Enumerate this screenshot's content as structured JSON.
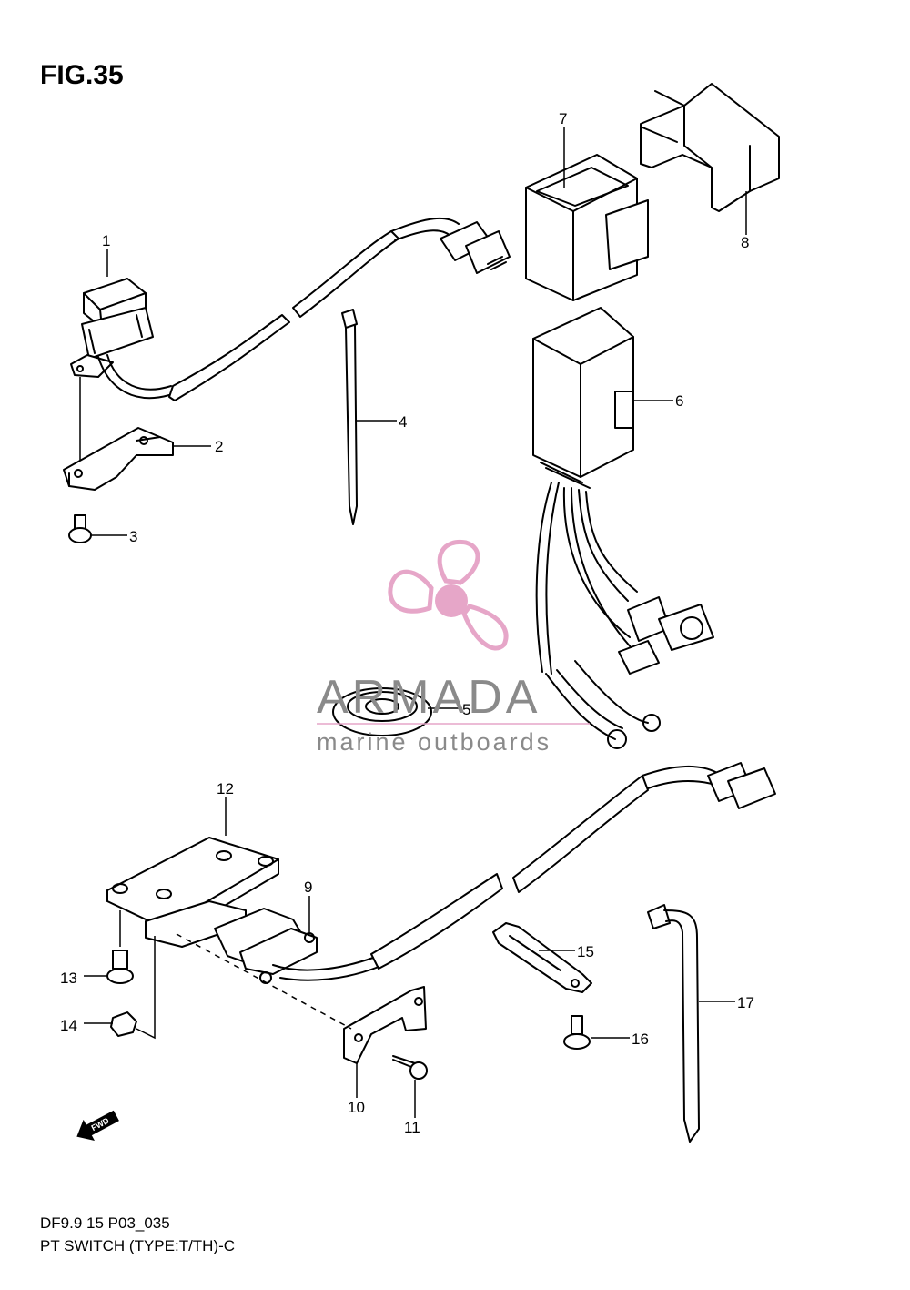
{
  "figure": {
    "title": "FIG.35",
    "model_code": "DF9.9 15 P03_035",
    "caption": "PT SWITCH (TYPE:T/TH)-C"
  },
  "watermark": {
    "brand": "ARMADA",
    "tagline": "marine outboards",
    "logo_color": "#e6a6c8",
    "text_color": "#8a8a8a",
    "icon": "propeller-logo"
  },
  "direction_marker": {
    "label": "FWD",
    "icon": "fwd-arrow-icon"
  },
  "callouts": [
    "1",
    "2",
    "3",
    "4",
    "5",
    "6",
    "7",
    "8",
    "9",
    "10",
    "11",
    "12",
    "13",
    "14",
    "15",
    "16",
    "17"
  ]
}
